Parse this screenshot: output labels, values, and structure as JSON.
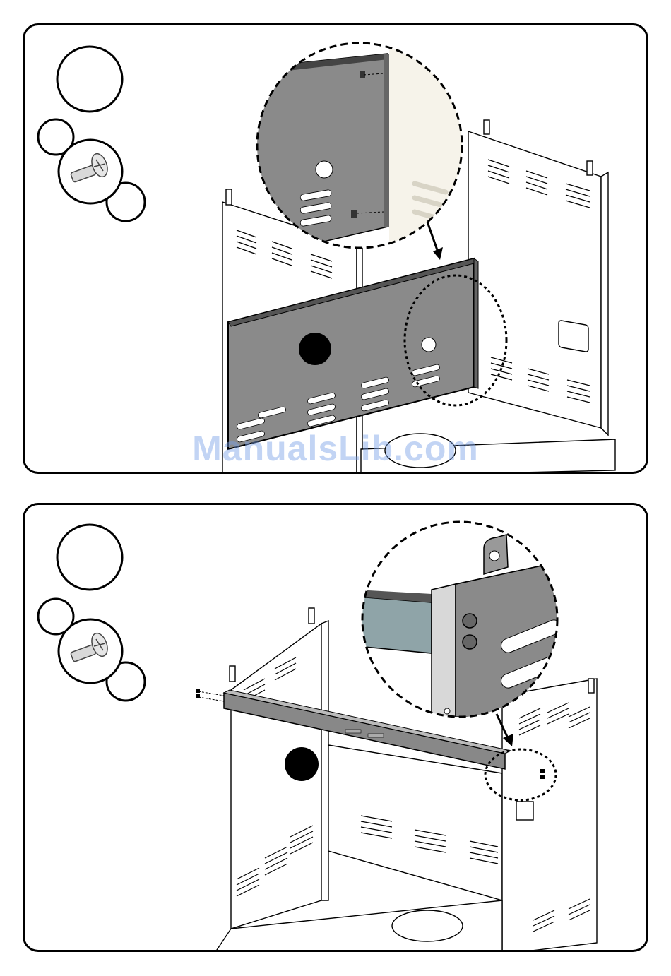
{
  "watermark": "ManualsLib.com",
  "colors": {
    "panel_gray": "#8a8a8a",
    "bar_gray": "#888888",
    "rail_blue": "#8fa4a8",
    "outline": "#000000"
  },
  "icons": [
    "step-number-circle",
    "screw-icon",
    "part-callout-circle",
    "magnifier-detail-circle",
    "assembly-arrow"
  ]
}
